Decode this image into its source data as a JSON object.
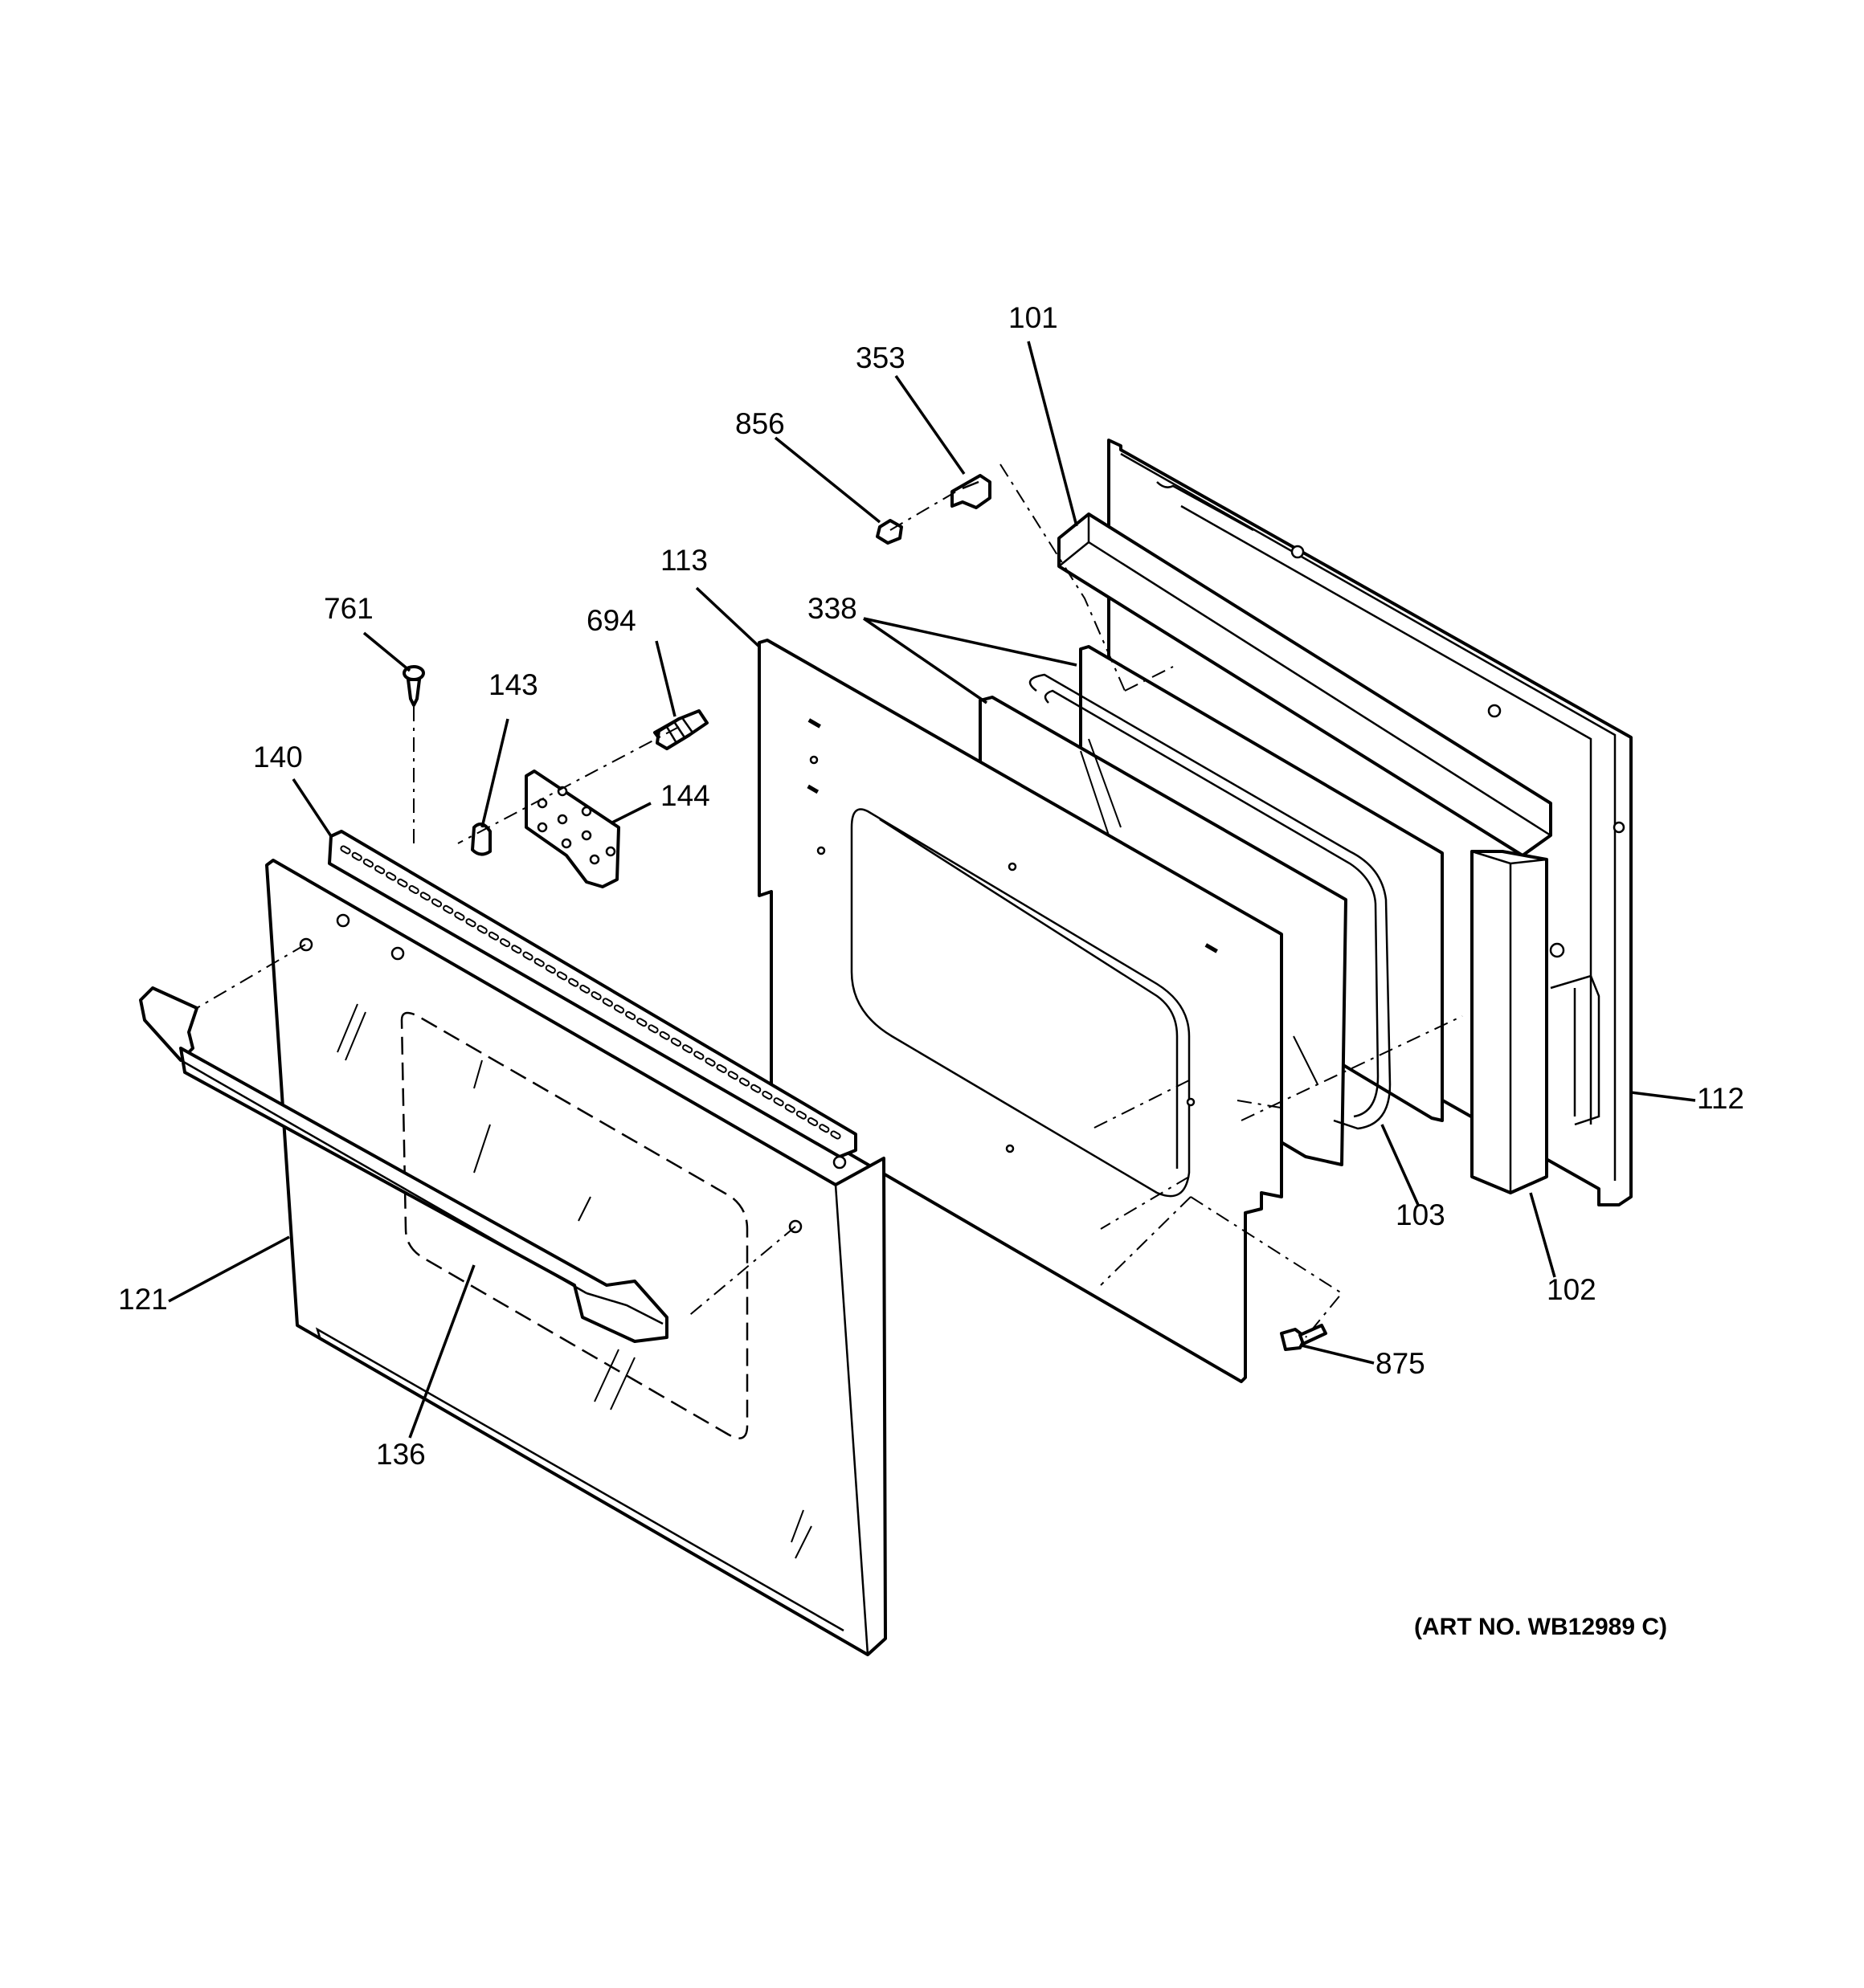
{
  "diagram": {
    "art_number": "(ART NO. WB12989 C)",
    "callouts": [
      {
        "id": "101",
        "label": "101"
      },
      {
        "id": "353",
        "label": "353"
      },
      {
        "id": "856",
        "label": "856"
      },
      {
        "id": "113",
        "label": "113"
      },
      {
        "id": "338",
        "label": "338"
      },
      {
        "id": "761",
        "label": "761"
      },
      {
        "id": "694",
        "label": "694"
      },
      {
        "id": "143",
        "label": "143"
      },
      {
        "id": "140",
        "label": "140"
      },
      {
        "id": "144",
        "label": "144"
      },
      {
        "id": "112",
        "label": "112"
      },
      {
        "id": "103",
        "label": "103"
      },
      {
        "id": "102",
        "label": "102"
      },
      {
        "id": "121",
        "label": "121"
      },
      {
        "id": "875",
        "label": "875"
      },
      {
        "id": "136",
        "label": "136"
      }
    ]
  }
}
